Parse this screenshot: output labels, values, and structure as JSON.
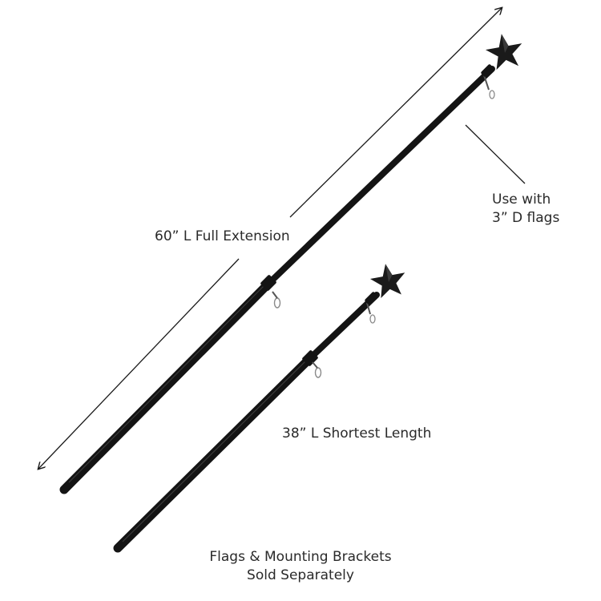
{
  "labels": {
    "full_extension": "60” L Full Extension",
    "shortest_length": "38” L Shortest Length",
    "flag_size_line1": "Use with",
    "flag_size_line2": "3” D flags",
    "note_line1": "Flags & Mounting Brackets",
    "note_line2": "Sold Separately"
  },
  "colors": {
    "pole": "#141414",
    "pole_highlight": "#3a3a3a",
    "arrow": "#1a1a1a",
    "text": "#2a2a2a"
  },
  "icons": {
    "finial": "star-finial-icon",
    "ring_clip": "ring-clip-icon"
  }
}
